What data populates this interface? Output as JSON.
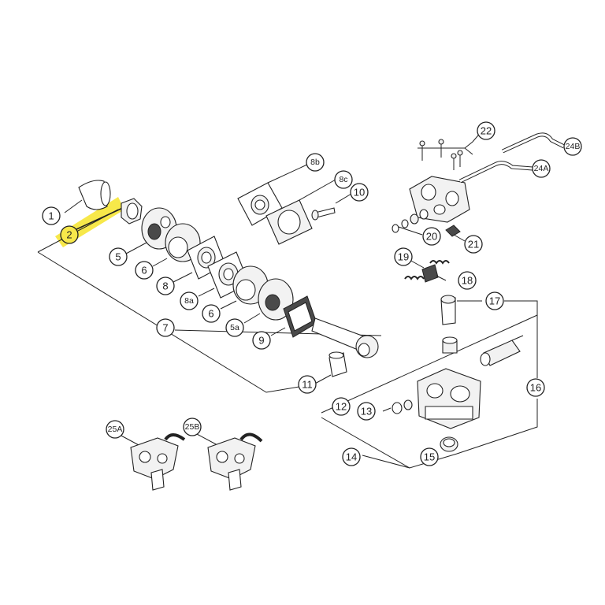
{
  "diagram": {
    "highlight_color": "#f7e84a",
    "selected_callout": "2",
    "callouts": [
      "1",
      "2",
      "5",
      "6",
      "8",
      "8a",
      "6",
      "5a",
      "9",
      "7",
      "8b",
      "8c",
      "10",
      "11",
      "22",
      "24B",
      "24A",
      "20",
      "21",
      "19",
      "18",
      "17",
      "12",
      "13",
      "16",
      "14",
      "15",
      "25A",
      "25B"
    ]
  }
}
